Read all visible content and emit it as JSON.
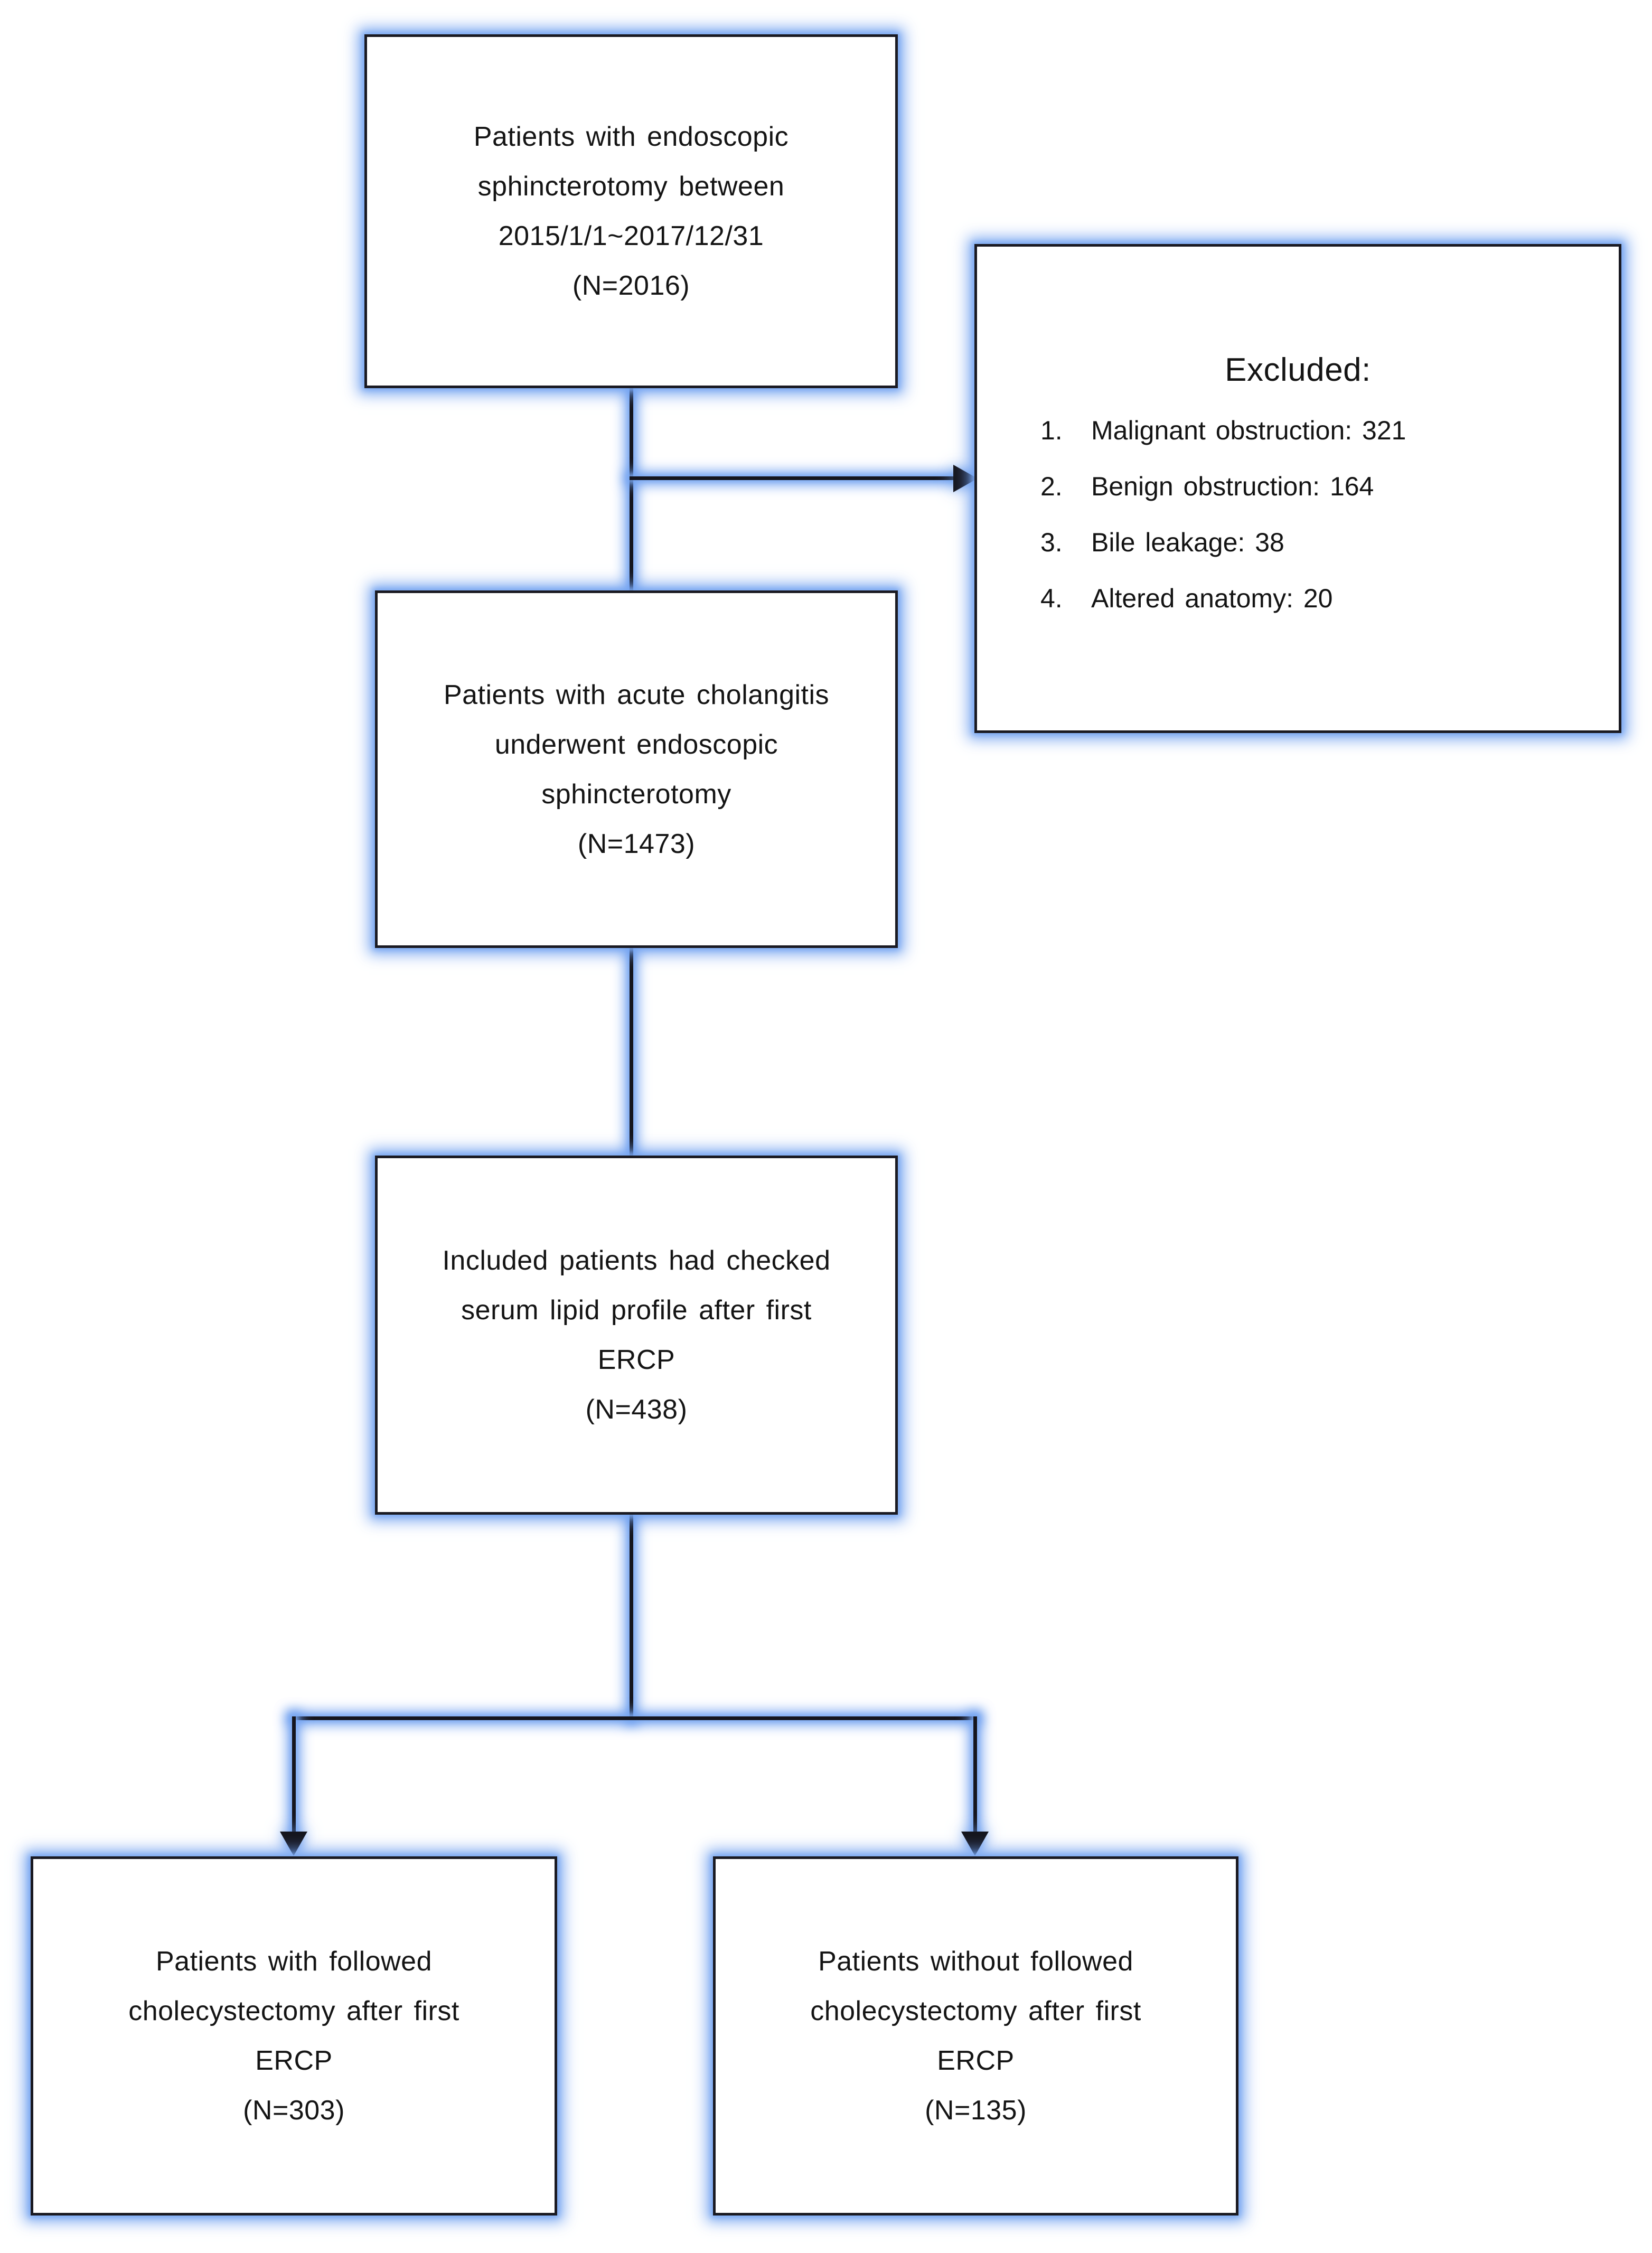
{
  "diagram": {
    "type": "flowchart",
    "title": "Patient selection flow diagram",
    "colors": {
      "box_border": "#1a1a22",
      "box_fill": "#ffffff",
      "glow": "#6c9ef0",
      "connector": "#15151d",
      "text": "#141414"
    },
    "nodes": {
      "cohort": {
        "lines": [
          "Patients  with endoscopic",
          "sphincterotomy  between",
          "2015/1/1~2017/12/31",
          "(N=2016)"
        ]
      },
      "excluded": {
        "title": "Excluded:",
        "items": [
          {
            "num": "1.",
            "text": "Malignant obstruction:  321"
          },
          {
            "num": "2.",
            "text": "Benign obstruction:  164"
          },
          {
            "num": "3.",
            "text": "Bile leakage: 38"
          },
          {
            "num": "4.",
            "text": "Altered anatomy: 20"
          }
        ]
      },
      "cholangitis": {
        "lines": [
          "Patients  with  acute  cholangitis",
          "underwent  endoscopic",
          "sphincterotomy",
          "(N=1473)"
        ]
      },
      "included": {
        "lines": [
          "Included  patients  had checked",
          "serum lipid  profile  after first",
          "ERCP",
          "(N=438)"
        ]
      },
      "with_chole": {
        "lines": [
          "Patients  with followed",
          "cholecystectomy   after first",
          "ERCP",
          "(N=303)"
        ]
      },
      "without_chole": {
        "lines": [
          "Patients  without  followed",
          "cholecystectomy   after first",
          "ERCP",
          "(N=135)"
        ]
      }
    }
  }
}
